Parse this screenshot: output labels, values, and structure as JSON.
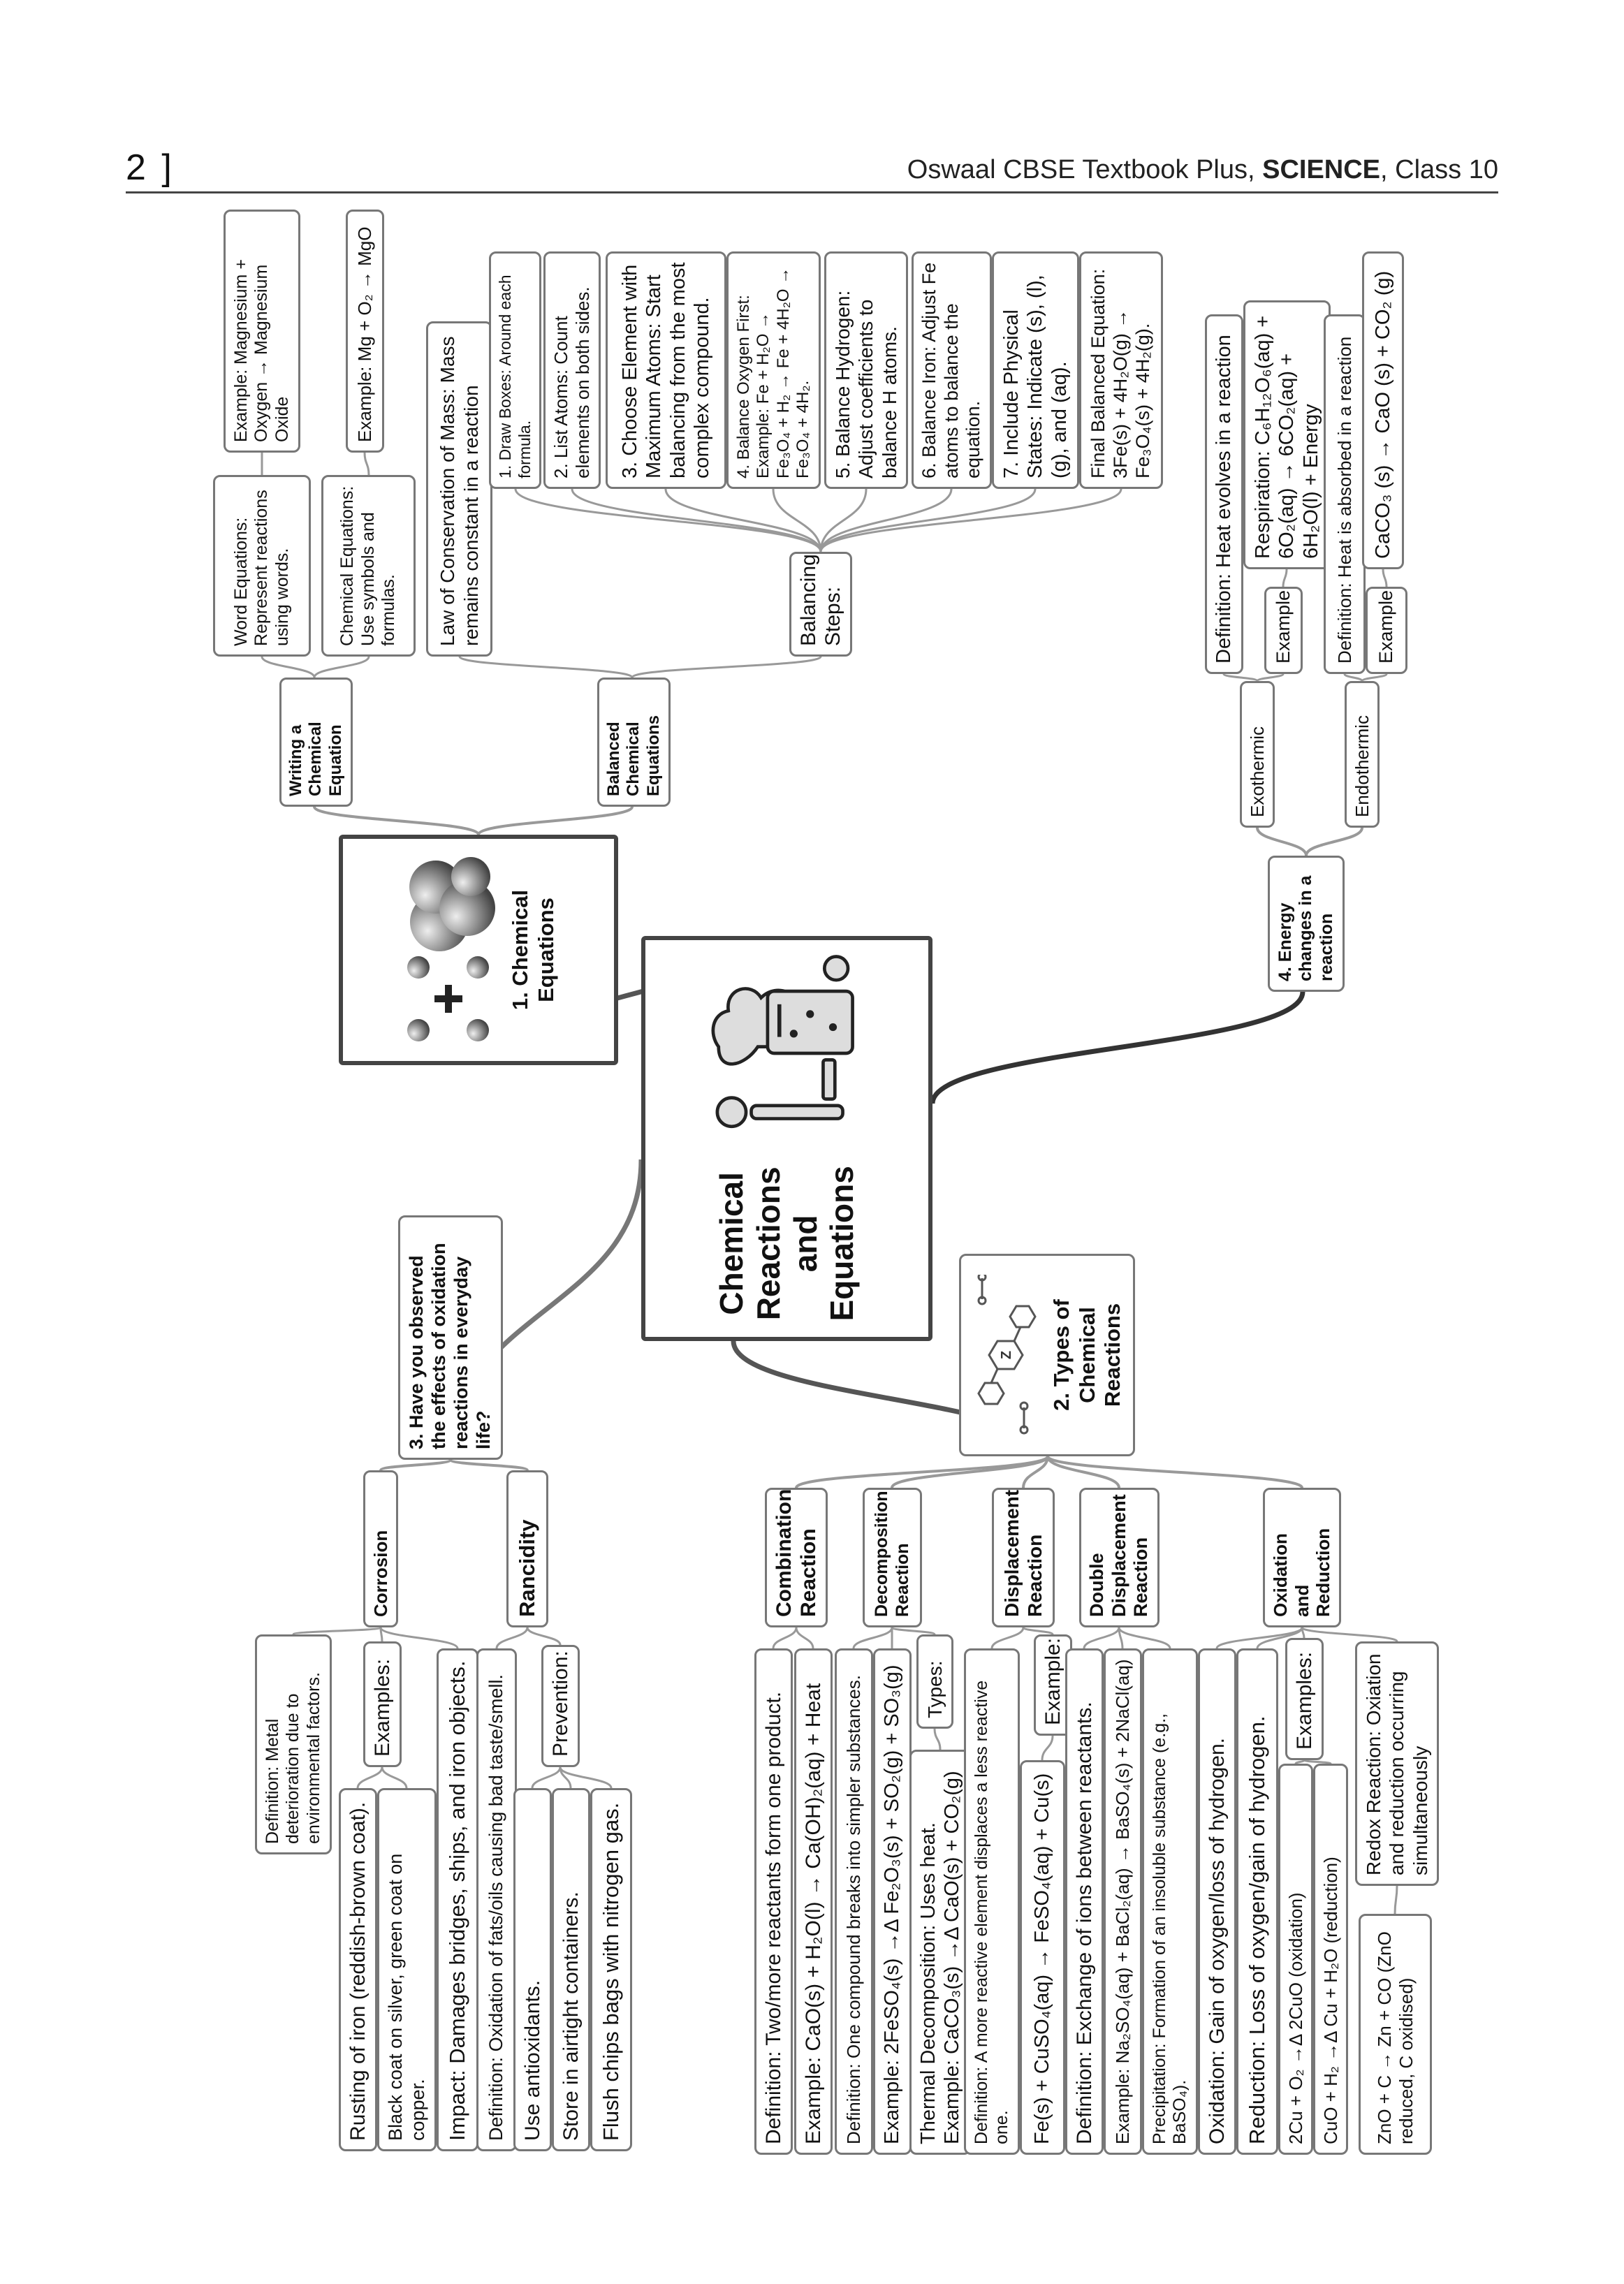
{
  "header": {
    "page_number": "2 ]",
    "title_prefix": "Oswaal CBSE Textbook Plus, ",
    "title_bold": "SCIENCE",
    "title_suffix": ", Class 10"
  },
  "colors": {
    "border": "#777777",
    "connector": "#8a8a8a",
    "text": "#111111"
  },
  "root": {
    "label": "Chemical Reactions and Equations",
    "icon": "chemistry-lab-icon"
  },
  "chemical_equations": {
    "label": "1. Chemical Equations",
    "icon": "molecules-plus-icon",
    "writing": {
      "label": "Writing a Chemical Equation",
      "word_eq": "Word Equations: Represent reactions using words.",
      "word_example": "Example: Magnesium + Oxygen → Magnesium Oxide",
      "chem_eq": "Chemical Equations: Use symbols and formulas.",
      "chem_example": "Example: Mg + O₂ → MgO"
    },
    "balanced": {
      "label": "Balanced Chemical Equations",
      "law": "Law of Conservation of Mass: Mass remains constant in a reaction",
      "steps_label": "Balancing Steps:",
      "steps": [
        "1. Draw Boxes: Around each formula.",
        "2. List Atoms: Count elements on both sides.",
        "3. Choose Element with Maximum Atoms: Start balancing from the most complex compound.",
        "4. Balance Oxygen First: Example: Fe + H₂O → Fe₃O₄ + H₂ → Fe + 4H₂O → Fe₃O₄ + 4H₂.",
        "5. Balance Hydrogen: Adjust coefficients to balance H atoms.",
        "6. Balance Iron: Adjust Fe atoms to balance the equation.",
        "7. Include Physical States: Indicate (s), (l), (g), and (aq).",
        "Final Balanced Equation: 3Fe(s) + 4H₂O(g) → Fe₃O₄(s) + 4H₂(g)."
      ]
    }
  },
  "energy": {
    "label": "4. Energy changes in a reaction",
    "exothermic": {
      "label": "Exothermic",
      "definition": "Definition: Heat evolves in a reaction",
      "example_label": "Example",
      "example": "Respiration: C₆H₁₂O₆(aq) + 6O₂(aq) → 6CO₂(aq) + 6H₂O(l) + Energy"
    },
    "endothermic": {
      "label": "Endothermic",
      "definition": "Definition: Heat is absorbed in a reaction",
      "example_label": "Example",
      "example": "CaCO₃ (s) → CaO (s) + CO₂ (g)"
    }
  },
  "oxidation_effects": {
    "label": "3. Have you observed the effects of oxidation reactions in everyday life?",
    "corrosion": {
      "label": "Corrosion",
      "definition": "Definition: Metal deterioration due to environmental factors.",
      "examples_label": "Examples:",
      "examples": [
        "Rusting of iron (reddish-brown coat).",
        "Black coat on silver, green coat on copper."
      ],
      "impact": "Impact: Damages bridges, ships, and iron objects."
    },
    "rancidity": {
      "label": "Rancidity",
      "definition": "Definition: Oxidation of fats/oils causing bad taste/smell.",
      "prevention_label": "Prevention:",
      "prevention": [
        "Use antioxidants.",
        "Store in airtight containers.",
        "Flush chips bags with nitrogen gas."
      ]
    }
  },
  "types": {
    "label": "2. Types of Chemical Reactions",
    "icon": "molecule-structure-icon",
    "combination": {
      "label": "Combination Reaction",
      "definition": "Definition: Two/more reactants form one product.",
      "example": "Example: CaO(s) + H₂O(l) → Ca(OH)₂(aq) + Heat"
    },
    "decomposition": {
      "label": "Decomposition Reaction",
      "definition": "Definition: One compound breaks into simpler substances.",
      "example": "Example: 2FeSO₄(s) →Δ Fe₂O₃(s) + SO₂(g) + SO₃(g)",
      "types_label": "Types:",
      "thermal": "Thermal Decomposition: Uses heat. Example: CaCO₃(s) →Δ CaO(s) + CO₂(g)"
    },
    "displacement": {
      "label": "Displacement Reaction",
      "definition": "Definition: A more reactive element displaces a less reactive one.",
      "example_label": "Example:",
      "example": "Fe(s) + CuSO₄(aq) → FeSO₄(aq) + Cu(s)"
    },
    "double_displacement": {
      "label": "Double Displacement Reaction",
      "definition": "Definition: Exchange of ions between reactants.",
      "example": "Example: Na₂SO₄(aq) + BaCl₂(aq) → BaSO₄(s) + 2NaCl(aq)",
      "precipitation": "Precipitation: Formation of an insoluble substance (e.g., BaSO₄)."
    },
    "oxidation_reduction": {
      "label": "Oxidation and Reduction",
      "oxidation": "Oxidation: Gain of oxygen/loss of hydrogen.",
      "reduction": "Reduction: Loss of oxygen/gain of hydrogen.",
      "examples_label": "Examples:",
      "examples": [
        "2Cu + O₂ →Δ 2CuO (oxidation)",
        "CuO + H₂ →Δ Cu + H₂O (reduction)"
      ],
      "redox": "Redox Reaction: Oxiation and reduction occurring simultaneously",
      "redox_example": "ZnO + C → Zn + CO (ZnO reduced, C oxidised)"
    }
  }
}
